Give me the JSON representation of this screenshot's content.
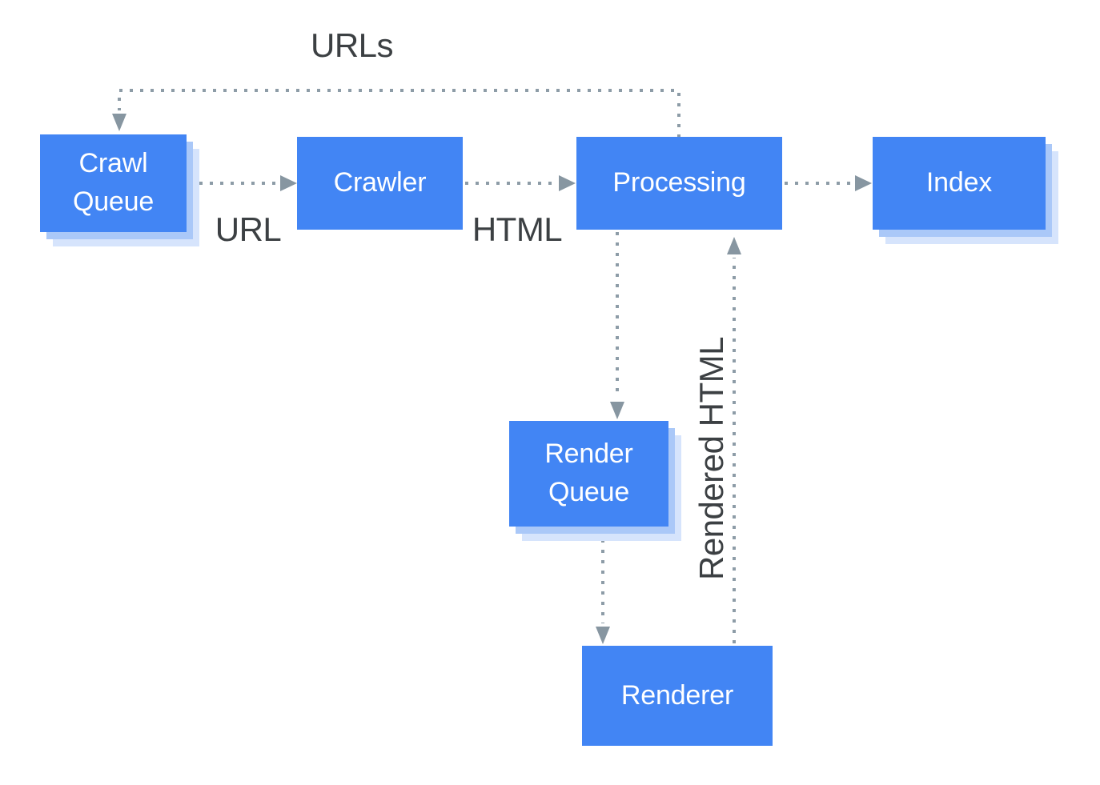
{
  "diagram": {
    "nodes": [
      {
        "id": "crawl-queue",
        "label": "Crawl Queue"
      },
      {
        "id": "crawler",
        "label": "Crawler"
      },
      {
        "id": "processing",
        "label": "Processing"
      },
      {
        "id": "index",
        "label": "Index"
      },
      {
        "id": "render-queue",
        "label": "Render Queue"
      },
      {
        "id": "renderer",
        "label": "Renderer"
      }
    ],
    "edge_labels": [
      {
        "id": "urls",
        "text": "URLs"
      },
      {
        "id": "url",
        "text": "URL"
      },
      {
        "id": "html",
        "text": "HTML"
      },
      {
        "id": "rendered-html",
        "text": "Rendered HTML"
      }
    ],
    "edges": [
      {
        "from": "processing",
        "to": "crawl-queue",
        "label": "URLs",
        "style": "dotted"
      },
      {
        "from": "crawl-queue",
        "to": "crawler",
        "label": "URL",
        "style": "dotted"
      },
      {
        "from": "crawler",
        "to": "processing",
        "label": "HTML",
        "style": "dotted"
      },
      {
        "from": "processing",
        "to": "index",
        "label": "",
        "style": "dotted"
      },
      {
        "from": "processing",
        "to": "render-queue",
        "label": "",
        "style": "dotted"
      },
      {
        "from": "render-queue",
        "to": "renderer",
        "label": "",
        "style": "dotted"
      },
      {
        "from": "renderer",
        "to": "processing",
        "label": "Rendered HTML",
        "style": "dotted"
      }
    ],
    "colors": {
      "node_fill": "#4285f4",
      "node_text": "#ffffff",
      "shadow_inner": "#aac8f8",
      "shadow_outer": "#d6e4fc",
      "connector": "#8d9ca7",
      "arrowhead": "#8796a1",
      "label_text": "#3c4043",
      "background": "#ffffff"
    }
  }
}
